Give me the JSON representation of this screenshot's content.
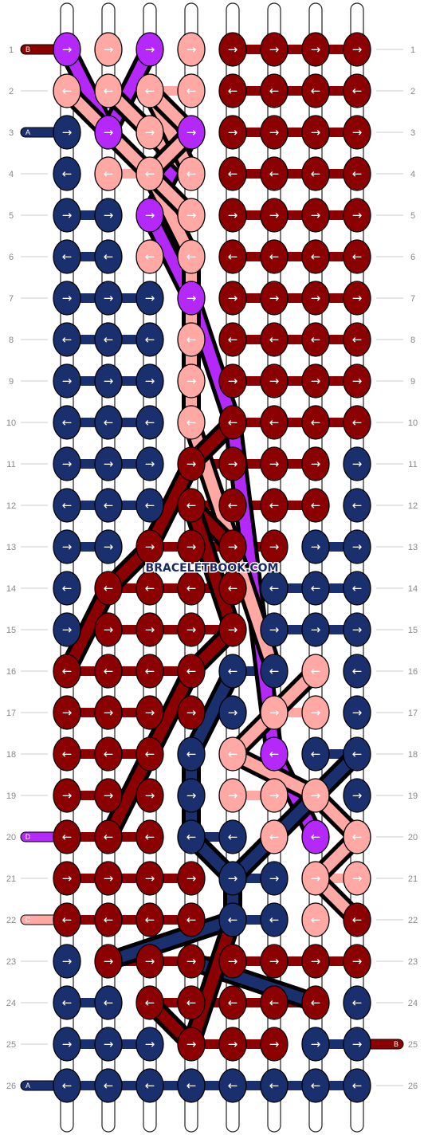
{
  "colors": {
    "A": "#1a2f6e",
    "B": "#8b0000",
    "C": "#ffa8a4",
    "D": "#b429f9"
  },
  "watermark": "BRACELETBOOK.COM",
  "row_labels": [
    "1",
    "2",
    "3",
    "4",
    "5",
    "6",
    "7",
    "8",
    "9",
    "10",
    "11",
    "12",
    "13",
    "14",
    "15",
    "16",
    "17",
    "18",
    "19",
    "20",
    "21",
    "22",
    "23",
    "24",
    "25",
    "26"
  ],
  "string_tags": {
    "left": [
      {
        "row": 1,
        "label": "B",
        "color": "B"
      },
      {
        "row": 3,
        "label": "A",
        "color": "A"
      },
      {
        "row": 20,
        "label": "D",
        "color": "D"
      },
      {
        "row": 22,
        "label": "C",
        "color": "C"
      },
      {
        "row": 26,
        "label": "A",
        "color": "A"
      }
    ],
    "right": [
      {
        "row": 25,
        "label": "B",
        "color": "B"
      }
    ]
  },
  "pattern": {
    "columns": 8,
    "rows": [
      {
        "row": 1,
        "knots": [
          [
            "D",
            "r"
          ],
          [
            "C",
            "r"
          ],
          [
            "D",
            "r"
          ],
          [
            "C",
            "r"
          ],
          [
            "B",
            "r"
          ],
          [
            "B",
            "r"
          ],
          [
            "B",
            "r"
          ],
          [
            "B",
            "r"
          ]
        ]
      },
      {
        "row": 2,
        "knots": [
          [
            "C",
            "l"
          ],
          [
            "C",
            "l"
          ],
          [
            "C",
            "l"
          ],
          [
            "C",
            "l"
          ],
          [
            "B",
            "l"
          ],
          [
            "B",
            "l"
          ],
          [
            "B",
            "l"
          ],
          [
            "B",
            "l"
          ]
        ]
      },
      {
        "row": 3,
        "knots": [
          [
            "A",
            "r"
          ],
          [
            "D",
            "r"
          ],
          [
            "C",
            "r"
          ],
          [
            "D",
            "r"
          ],
          [
            "B",
            "r"
          ],
          [
            "B",
            "r"
          ],
          [
            "B",
            "r"
          ],
          [
            "B",
            "r"
          ]
        ]
      },
      {
        "row": 4,
        "knots": [
          [
            "A",
            "l"
          ],
          [
            "C",
            "l"
          ],
          [
            "C",
            "l"
          ],
          [
            "C",
            "l"
          ],
          [
            "B",
            "l"
          ],
          [
            "B",
            "l"
          ],
          [
            "B",
            "l"
          ],
          [
            "B",
            "l"
          ]
        ]
      },
      {
        "row": 5,
        "knots": [
          [
            "A",
            "r"
          ],
          [
            "A",
            "r"
          ],
          [
            "D",
            "r"
          ],
          [
            "C",
            "r"
          ],
          [
            "B",
            "r"
          ],
          [
            "B",
            "r"
          ],
          [
            "B",
            "r"
          ],
          [
            "B",
            "r"
          ]
        ]
      },
      {
        "row": 6,
        "knots": [
          [
            "A",
            "l"
          ],
          [
            "A",
            "l"
          ],
          [
            "C",
            "l"
          ],
          [
            "C",
            "l"
          ],
          [
            "B",
            "l"
          ],
          [
            "B",
            "l"
          ],
          [
            "B",
            "l"
          ],
          [
            "B",
            "l"
          ]
        ]
      },
      {
        "row": 7,
        "knots": [
          [
            "A",
            "r"
          ],
          [
            "A",
            "r"
          ],
          [
            "A",
            "r"
          ],
          [
            "D",
            "r"
          ],
          [
            "B",
            "r"
          ],
          [
            "B",
            "r"
          ],
          [
            "B",
            "r"
          ],
          [
            "B",
            "r"
          ]
        ]
      },
      {
        "row": 8,
        "knots": [
          [
            "A",
            "l"
          ],
          [
            "A",
            "l"
          ],
          [
            "A",
            "l"
          ],
          [
            "C",
            "l"
          ],
          [
            "B",
            "l"
          ],
          [
            "B",
            "l"
          ],
          [
            "B",
            "l"
          ],
          [
            "B",
            "l"
          ]
        ]
      },
      {
        "row": 9,
        "knots": [
          [
            "A",
            "r"
          ],
          [
            "A",
            "r"
          ],
          [
            "A",
            "r"
          ],
          [
            "C",
            "r"
          ],
          [
            "B",
            "r"
          ],
          [
            "B",
            "r"
          ],
          [
            "B",
            "r"
          ],
          [
            "B",
            "r"
          ]
        ]
      },
      {
        "row": 10,
        "knots": [
          [
            "A",
            "l"
          ],
          [
            "A",
            "l"
          ],
          [
            "A",
            "l"
          ],
          [
            "C",
            "l"
          ],
          [
            "B",
            "l"
          ],
          [
            "B",
            "l"
          ],
          [
            "B",
            "l"
          ],
          [
            "B",
            "l"
          ]
        ]
      },
      {
        "row": 11,
        "knots": [
          [
            "A",
            "r"
          ],
          [
            "A",
            "r"
          ],
          [
            "A",
            "r"
          ],
          [
            "B",
            "r"
          ],
          [
            "B",
            "r"
          ],
          [
            "B",
            "r"
          ],
          [
            "B",
            "r"
          ],
          [
            "A",
            "r"
          ]
        ]
      },
      {
        "row": 12,
        "knots": [
          [
            "A",
            "l"
          ],
          [
            "A",
            "l"
          ],
          [
            "A",
            "l"
          ],
          [
            "B",
            "l"
          ],
          [
            "B",
            "l"
          ],
          [
            "B",
            "l"
          ],
          [
            "B",
            "l"
          ],
          [
            "A",
            "l"
          ]
        ]
      },
      {
        "row": 13,
        "knots": [
          [
            "A",
            "r"
          ],
          [
            "A",
            "r"
          ],
          [
            "B",
            "r"
          ],
          [
            "B",
            "r"
          ],
          [
            "B",
            "r"
          ],
          [
            "B",
            "r"
          ],
          [
            "A",
            "r"
          ],
          [
            "A",
            "r"
          ]
        ]
      },
      {
        "row": 14,
        "knots": [
          [
            "A",
            "l"
          ],
          [
            "B",
            "l"
          ],
          [
            "B",
            "l"
          ],
          [
            "B",
            "l"
          ],
          [
            "B",
            "l"
          ],
          [
            "A",
            "l"
          ],
          [
            "A",
            "l"
          ],
          [
            "A",
            "l"
          ]
        ]
      },
      {
        "row": 15,
        "knots": [
          [
            "A",
            "r"
          ],
          [
            "B",
            "r"
          ],
          [
            "B",
            "r"
          ],
          [
            "B",
            "r"
          ],
          [
            "B",
            "r"
          ],
          [
            "A",
            "r"
          ],
          [
            "A",
            "r"
          ],
          [
            "A",
            "r"
          ]
        ]
      },
      {
        "row": 16,
        "knots": [
          [
            "B",
            "l"
          ],
          [
            "B",
            "l"
          ],
          [
            "B",
            "l"
          ],
          [
            "B",
            "l"
          ],
          [
            "A",
            "l"
          ],
          [
            "A",
            "l"
          ],
          [
            "C",
            "l"
          ],
          [
            "A",
            "l"
          ]
        ]
      },
      {
        "row": 17,
        "knots": [
          [
            "B",
            "r"
          ],
          [
            "B",
            "r"
          ],
          [
            "B",
            "r"
          ],
          [
            "B",
            "r"
          ],
          [
            "A",
            "r"
          ],
          [
            "C",
            "r"
          ],
          [
            "C",
            "r"
          ],
          [
            "A",
            "r"
          ]
        ]
      },
      {
        "row": 18,
        "knots": [
          [
            "B",
            "l"
          ],
          [
            "B",
            "l"
          ],
          [
            "B",
            "l"
          ],
          [
            "A",
            "l"
          ],
          [
            "C",
            "l"
          ],
          [
            "D",
            "l"
          ],
          [
            "A",
            "l"
          ],
          [
            "A",
            "l"
          ]
        ]
      },
      {
        "row": 19,
        "knots": [
          [
            "B",
            "r"
          ],
          [
            "B",
            "r"
          ],
          [
            "B",
            "r"
          ],
          [
            "A",
            "r"
          ],
          [
            "C",
            "r"
          ],
          [
            "C",
            "r"
          ],
          [
            "C",
            "r"
          ],
          [
            "A",
            "r"
          ]
        ]
      },
      {
        "row": 20,
        "knots": [
          [
            "B",
            "l"
          ],
          [
            "B",
            "l"
          ],
          [
            "B",
            "l"
          ],
          [
            "A",
            "l"
          ],
          [
            "A",
            "l"
          ],
          [
            "C",
            "l"
          ],
          [
            "D",
            "l"
          ],
          [
            "C",
            "l"
          ]
        ]
      },
      {
        "row": 21,
        "knots": [
          [
            "B",
            "r"
          ],
          [
            "B",
            "r"
          ],
          [
            "B",
            "r"
          ],
          [
            "B",
            "r"
          ],
          [
            "A",
            "r"
          ],
          [
            "A",
            "r"
          ],
          [
            "C",
            "r"
          ],
          [
            "C",
            "r"
          ]
        ]
      },
      {
        "row": 22,
        "knots": [
          [
            "B",
            "l"
          ],
          [
            "B",
            "l"
          ],
          [
            "B",
            "l"
          ],
          [
            "B",
            "l"
          ],
          [
            "A",
            "l"
          ],
          [
            "A",
            "l"
          ],
          [
            "C",
            "l"
          ],
          [
            "B",
            "l"
          ]
        ]
      },
      {
        "row": 23,
        "knots": [
          [
            "A",
            "r"
          ],
          [
            "B",
            "r"
          ],
          [
            "B",
            "r"
          ],
          [
            "B",
            "r"
          ],
          [
            "B",
            "r"
          ],
          [
            "B",
            "r"
          ],
          [
            "B",
            "r"
          ],
          [
            "B",
            "r"
          ]
        ]
      },
      {
        "row": 24,
        "knots": [
          [
            "A",
            "l"
          ],
          [
            "A",
            "l"
          ],
          [
            "B",
            "l"
          ],
          [
            "B",
            "l"
          ],
          [
            "B",
            "l"
          ],
          [
            "B",
            "l"
          ],
          [
            "B",
            "l"
          ],
          [
            "A",
            "l"
          ]
        ]
      },
      {
        "row": 25,
        "knots": [
          [
            "A",
            "r"
          ],
          [
            "A",
            "r"
          ],
          [
            "A",
            "r"
          ],
          [
            "B",
            "r"
          ],
          [
            "B",
            "r"
          ],
          [
            "B",
            "r"
          ],
          [
            "A",
            "r"
          ],
          [
            "A",
            "r"
          ]
        ]
      },
      {
        "row": 26,
        "knots": [
          [
            "A",
            "l"
          ],
          [
            "A",
            "l"
          ],
          [
            "A",
            "l"
          ],
          [
            "A",
            "l"
          ],
          [
            "A",
            "l"
          ],
          [
            "A",
            "l"
          ],
          [
            "A",
            "l"
          ],
          [
            "A",
            "l"
          ]
        ]
      }
    ]
  }
}
